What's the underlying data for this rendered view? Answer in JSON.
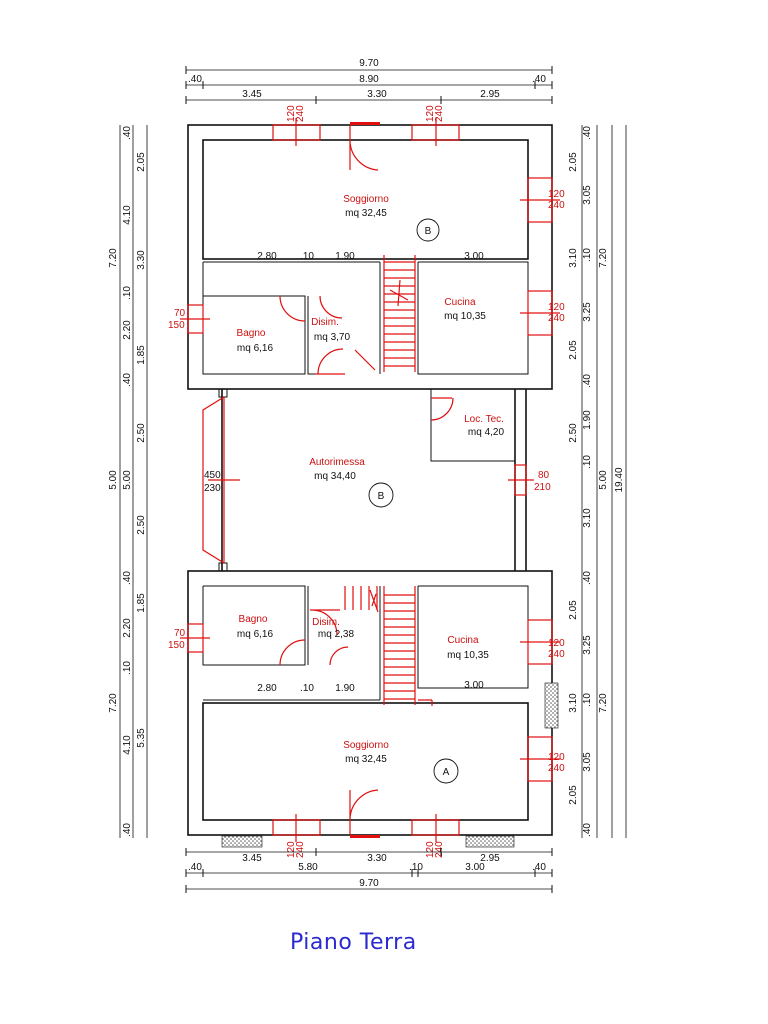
{
  "title": "Piano Terra",
  "dims": {
    "top": {
      "overall": "9.70",
      "interior": "8.90",
      "wall_left": ".40",
      "wall_right": ".40",
      "seg_left": "3.45",
      "seg_mid": "3.30",
      "seg_right": "2.95"
    },
    "bottom": {
      "overall": "9.70",
      "wall_left": ".40",
      "wall_right": ".40",
      "mid1": "5.80",
      "mid2": ".10",
      "mid3": "3.00",
      "seg_left": "3.45",
      "seg_mid": "3.30",
      "seg_right": "2.95"
    },
    "left": {
      "unitB": "7.20",
      "garage": "5.00",
      "unitA": "7.20",
      "b1": ".40",
      "b2": "2.05",
      "b3": "4.10",
      "b4": "3.30",
      "b5": ".10",
      "b6": "2.20",
      "b7": "1.85",
      "b8": ".40",
      "g1": "2.50",
      "g2": "5.00",
      "g3": "2.50",
      "a1": ".40",
      "a2": "1.85",
      "a3": "2.20",
      "a4": ".10",
      "a5": "7.20",
      "a6": "5.35",
      "a7": "4.10",
      "a8": ".40"
    },
    "right": {
      "b1": ".40",
      "b2": "2.05",
      "b3": "3.05",
      "b4": "3.10",
      "b5": ".10",
      "b6": "7.20",
      "b7": "3.25",
      "b8": "2.05",
      "b9": ".40",
      "g1": "2.50",
      "g2": "1.90",
      "g3": ".10",
      "g4": "5.00",
      "g5": "19.40",
      "g6": "3.10",
      "a1": ".40",
      "a2": "2.05",
      "a3": "3.25",
      "a4": "3.10",
      "a5": ".10",
      "a6": "7.20",
      "a7": "3.05",
      "a8": "2.05",
      "a9": ".40"
    },
    "inner": {
      "b_left": "2.80",
      "b_tenth": ".10",
      "b_mid": "1.90",
      "b_right": "3.00",
      "a_left": "2.80",
      "a_tenth": ".10",
      "a_mid": "1.90",
      "a_right": "3.00"
    }
  },
  "windows": {
    "w120": "120",
    "w240": "240",
    "w70": "70",
    "w150": "150",
    "w80": "80",
    "w210": "210",
    "w450": "450",
    "w230": "230"
  },
  "rooms": {
    "soggiorno_b": {
      "name": "Soggiorno",
      "area": "mq 32,45"
    },
    "cucina_b": {
      "name": "Cucina",
      "area": "mq 10,35"
    },
    "bagno_b": {
      "name": "Bagno",
      "area": "mq 6,16"
    },
    "disim_b": {
      "name": "Disim.",
      "area": "mq 3,70"
    },
    "loctec": {
      "name": "Loc. Tec.",
      "area": "mq 4,20"
    },
    "autorimessa": {
      "name": "Autorimessa",
      "area": "mq 34,40"
    },
    "bagno_a": {
      "name": "Bagno",
      "area": "mq 6,16"
    },
    "disim_a": {
      "name": "Disim.",
      "area": "mq 2,38"
    },
    "cucina_a": {
      "name": "Cucina",
      "area": "mq 10,35"
    },
    "soggiorno_a": {
      "name": "Soggiorno",
      "area": "mq 32,45"
    }
  },
  "markers": {
    "unit_b": "B",
    "garage": "B",
    "unit_a": "A"
  }
}
